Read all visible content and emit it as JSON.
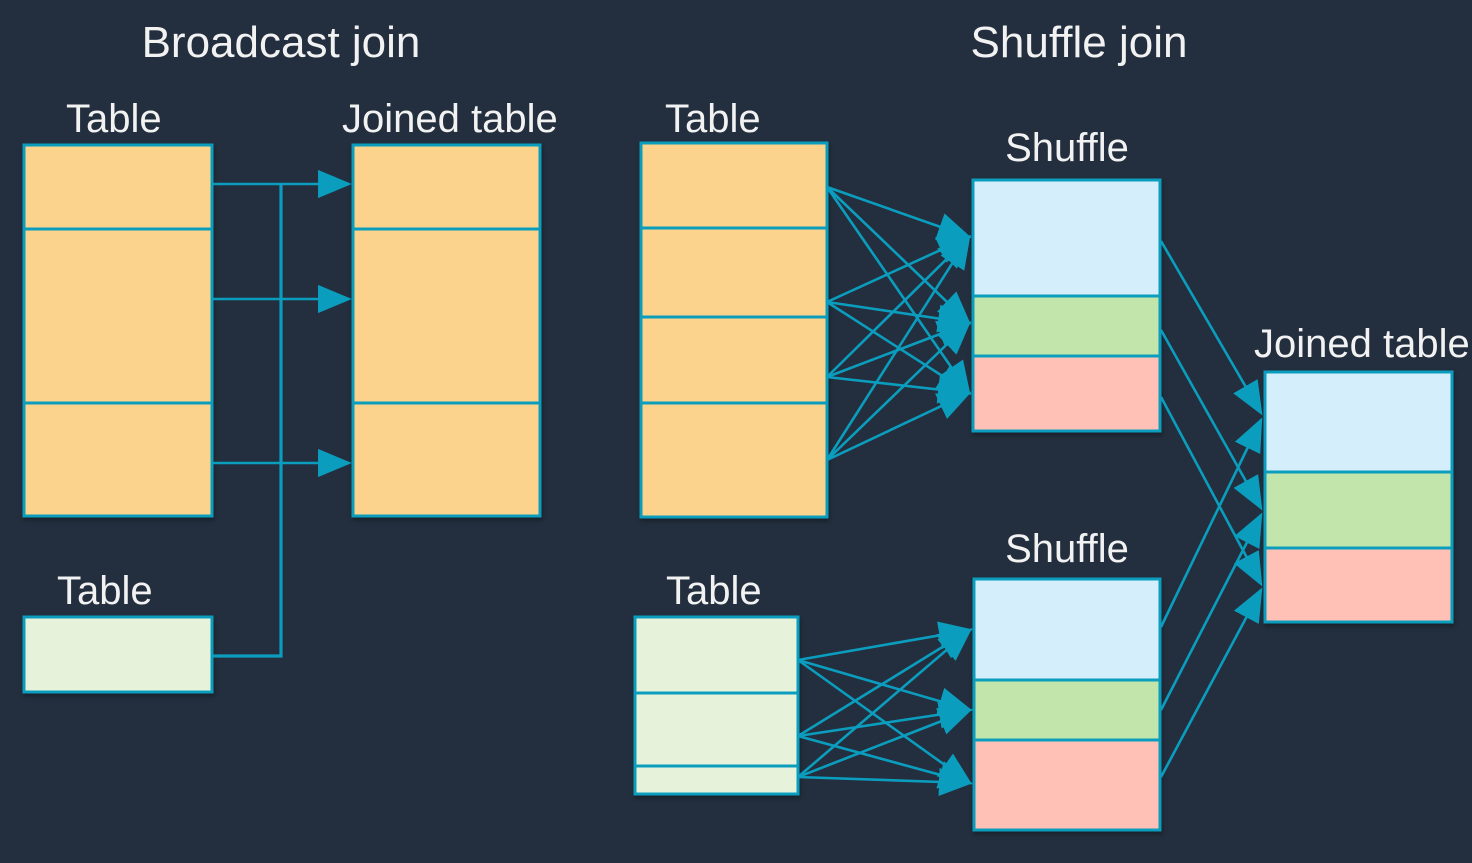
{
  "colors": {
    "bg": "#232F3E",
    "stroke": "#0B9DBE",
    "orange": "#FBD38C",
    "palegreen": "#E7F2DB",
    "blue": "#D4EEFB",
    "green": "#C2E5AB",
    "pink": "#FFC0B5",
    "text": "#F2F2F2"
  },
  "broadcast": {
    "title": "Broadcast join",
    "table_label": "Table",
    "joined_label": "Joined table",
    "small_table_label": "Table"
  },
  "shuffle": {
    "title": "Shuffle join",
    "top_table_label": "Table",
    "shuffle_top_label": "Shuffle",
    "bottom_table_label": "Table",
    "shuffle_bottom_label": "Shuffle",
    "joined_label": "Joined table"
  }
}
